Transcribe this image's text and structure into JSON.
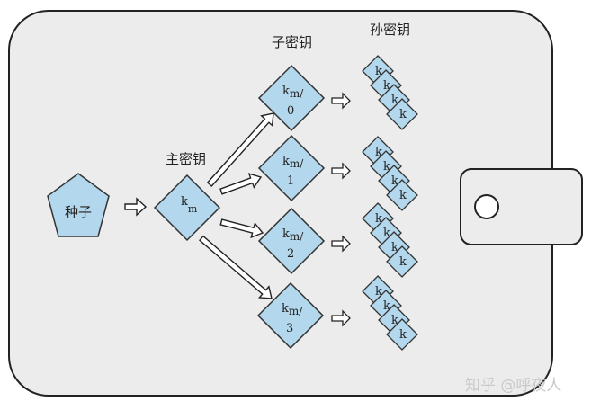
{
  "labels": {
    "seed": "种子",
    "master_key": "主密钥",
    "child_keys": "子密钥",
    "grandchild_keys": "孙密钥"
  },
  "master": {
    "k": "k",
    "sub": "m"
  },
  "children": [
    {
      "k": "k",
      "sub": "m/",
      "index": "0"
    },
    {
      "k": "k",
      "sub": "m/",
      "index": "1"
    },
    {
      "k": "k",
      "sub": "m/",
      "index": "2"
    },
    {
      "k": "k",
      "sub": "m/",
      "index": "3"
    }
  ],
  "grandchild": {
    "k": "k"
  },
  "watermark": "知乎 @呼夜人",
  "colors": {
    "wallet_fill": "#ececec",
    "wallet_stroke": "#222222",
    "shape_fill": "#b3d7ec",
    "shape_stroke": "#333333"
  }
}
